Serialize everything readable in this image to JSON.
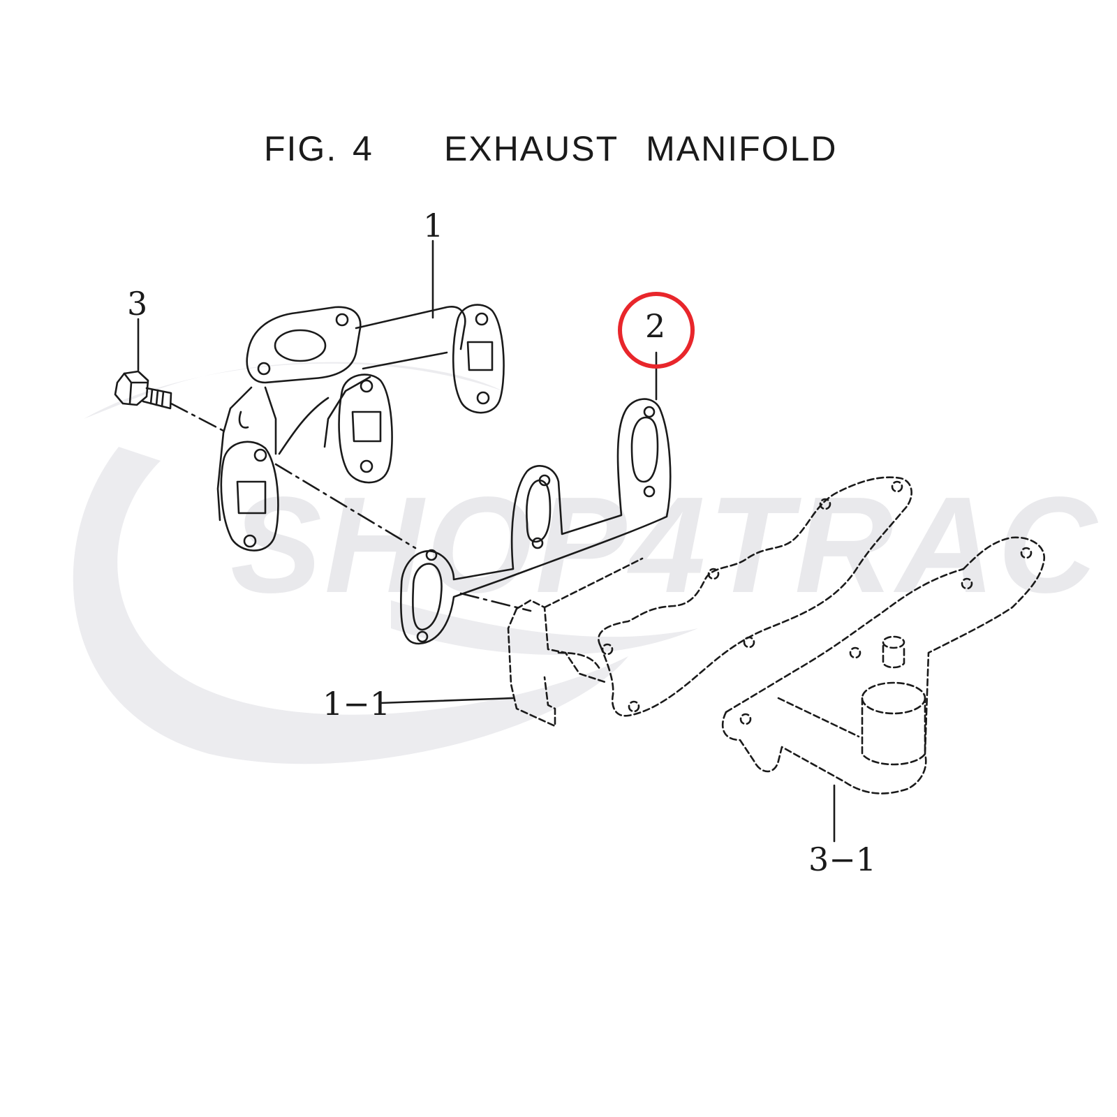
{
  "figure": {
    "fig_label": "FIG.",
    "fig_number": "4",
    "name": "EXHAUST MANIFOLD"
  },
  "callouts": [
    {
      "id": "1",
      "text": "1"
    },
    {
      "id": "2",
      "text": "2",
      "highlighted": true
    },
    {
      "id": "3",
      "text": "3"
    },
    {
      "id": "1-1",
      "text": "1−1"
    },
    {
      "id": "3-1",
      "text": "3−1"
    }
  ],
  "watermark": {
    "text": "SHOP4TRAC"
  },
  "colors": {
    "line": "#1a1a1a",
    "highlight": "#e8262b",
    "watermark": "#e9e9ec"
  }
}
